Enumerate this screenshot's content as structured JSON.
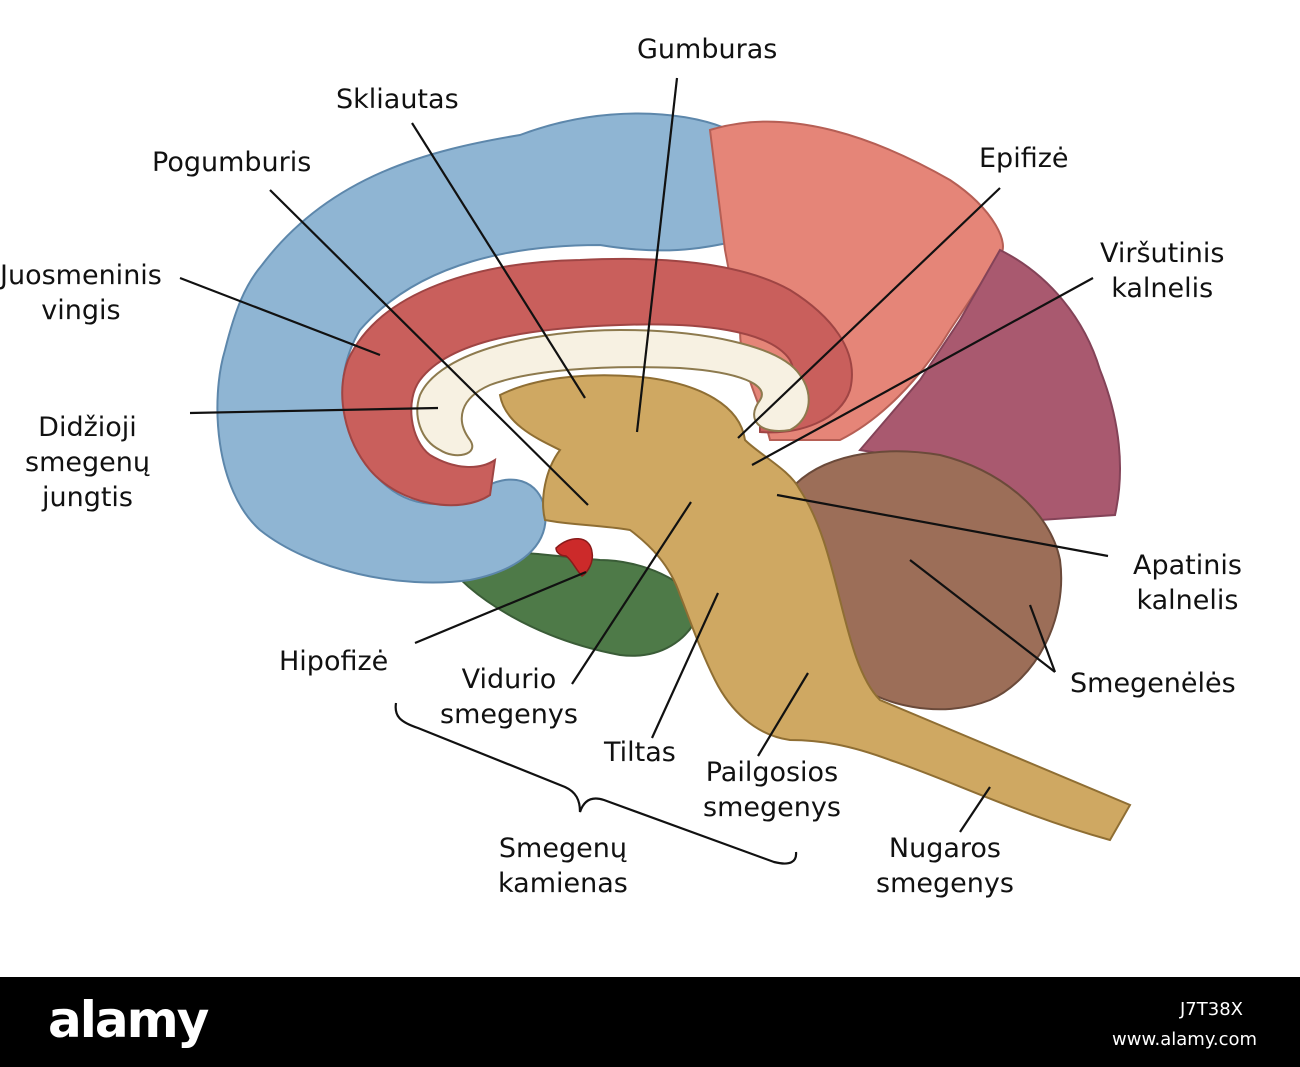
{
  "labels": {
    "gumburas": "Gumburas",
    "skliautas": "Skliautas",
    "pogumburis": "Pogumburis",
    "epifize": "Epifizė",
    "juosmeninis_1": "Juosmeninis",
    "juosmeninis_2": "vingis",
    "virsutinis_1": "Viršutinis",
    "virsutinis_2": "kalnelis",
    "didzioji_1": "Didžioji",
    "didzioji_2": "smegenų",
    "didzioji_3": "jungtis",
    "apatinis_1": "Apatinis",
    "apatinis_2": "kalnelis",
    "hipofize": "Hipofizė",
    "vidurio_1": "Vidurio",
    "vidurio_2": "smegenys",
    "smegeneles": "Smegenėlės",
    "tiltas": "Tiltas",
    "pailgosios_1": "Pailgosios",
    "pailgosios_2": "smegenys",
    "kamienas_1": "Smegenų",
    "kamienas_2": "kamienas",
    "nugaros_1": "Nugaros",
    "nugaros_2": "smegenys"
  },
  "watermark": {
    "logo": "alamy",
    "image_id": "J7T38X",
    "site": "www.alamy.com"
  },
  "colors": {
    "frontal_blue": "#8fb5d3",
    "parietal_salmon": "#e58578",
    "occipital_plum": "#a9596f",
    "cingulate_red": "#c95f5c",
    "corpus_callosum": "#f7f1e2",
    "brainstem_tan": "#cfa862",
    "cerebellum_brown": "#9c6e58",
    "temporal_green": "#4e7a48",
    "pituitary_red": "#cc2a2a"
  }
}
